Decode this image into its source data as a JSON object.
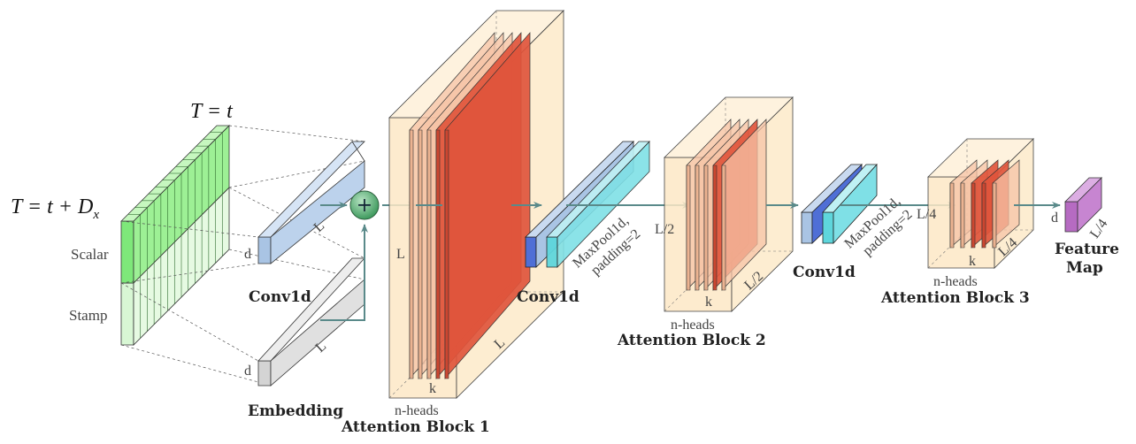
{
  "input": {
    "top_label": "T = t",
    "left_label": "T = t + D",
    "left_label_sub": "x",
    "scalar_label": "Scalar",
    "stamp_label": "Stamp"
  },
  "conv_in": {
    "title": "Conv1d",
    "dim_d": "d",
    "dim_L": "L"
  },
  "embedding": {
    "title": "Embedding",
    "dim_d": "d",
    "dim_L": "L"
  },
  "plus": {
    "symbol": "+"
  },
  "block1": {
    "title": "Attention Block 1",
    "heads": "n-heads",
    "dim_L_left": "L",
    "dim_L_depth": "L",
    "dim_k": "k"
  },
  "conv2": {
    "title": "Conv1d"
  },
  "pool1": {
    "line1": "MaxPool1d,",
    "line2": "padding=2",
    "out_dim": "L/2"
  },
  "block2": {
    "title": "Attention Block 2",
    "heads": "n-heads",
    "dim_k": "k",
    "dim_depth": "L/2"
  },
  "conv3": {
    "title": "Conv1d"
  },
  "pool2": {
    "line1": "MaxPool1d,",
    "line2": "padding=2",
    "out_dim": "L/4"
  },
  "block3": {
    "title": "Attention Block 3",
    "heads": "n-heads",
    "dim_k": "k",
    "dim_depth": "L/4"
  },
  "feature": {
    "title_line1": "Feature",
    "title_line2": "Map",
    "dim_d": "d",
    "dim_L": "L/4"
  },
  "colors": {
    "green": "#7ee87a",
    "green_light": "#d8f7d4",
    "blue": "#a9c4e4",
    "gray": "#d4d4d4",
    "peach": "#fde8c6",
    "red": "#e0553c",
    "arrow": "#5a8a8a",
    "purple": "#b66bc2",
    "cyan": "#5ed6dc",
    "royal": "#4f6fd6"
  }
}
